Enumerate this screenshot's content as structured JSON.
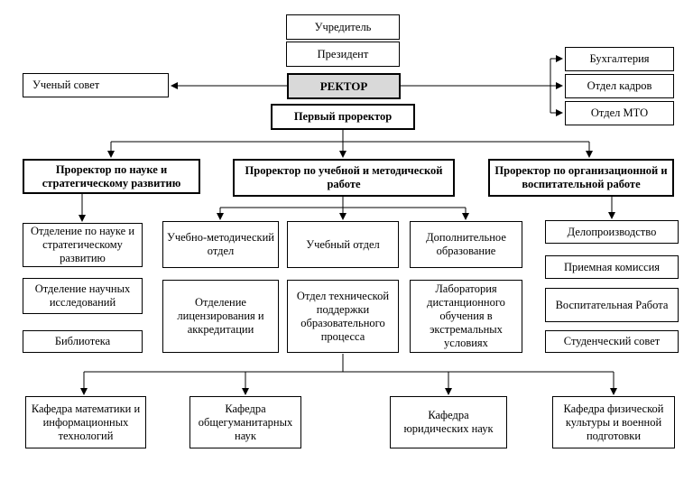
{
  "diagram": {
    "founder": "Учредитель",
    "president": "Президент",
    "rector": "РЕКТОР",
    "academic_council": "Ученый совет",
    "accounting": "Бухгалтерия",
    "hr_department": "Отдел кадров",
    "mto_department": "Отдел МТО",
    "first_vice_rector": "Первый проректор",
    "vr_science": "Проректор по науке и стратегическому развитию",
    "vr_academic": "Проректор по учебной и методической работе",
    "vr_organizational": "Проректор по организационной и воспитательной работе",
    "science_division": "Отделение по науке и стратегическому развитию",
    "research_division": "Отделение научных исследований",
    "library": "Библиотека",
    "methodical_dept": "Учебно-методический отдел",
    "academic_dept": "Учебный отдел",
    "additional_education": "Дополнительное образование",
    "licensing_dept": "Отделение лицензирования и аккредитации",
    "tech_support_dept": "Отдел технической поддержки образовательного процесса",
    "distance_lab": "Лаборатория дистанционного обучения в экстремальных условиях",
    "records_office": "Делопроизводство",
    "admissions": "Приемная комиссия",
    "educational_work": "Воспитательная Работа",
    "student_council": "Студенческий совет",
    "chair_math": "Кафедра математики и информационных технологий",
    "chair_humanities": "Кафедра общегуманитарных наук",
    "chair_law": "Кафедра юридических наук",
    "chair_pe": "Кафедра физической культуры и военной подготовки"
  }
}
